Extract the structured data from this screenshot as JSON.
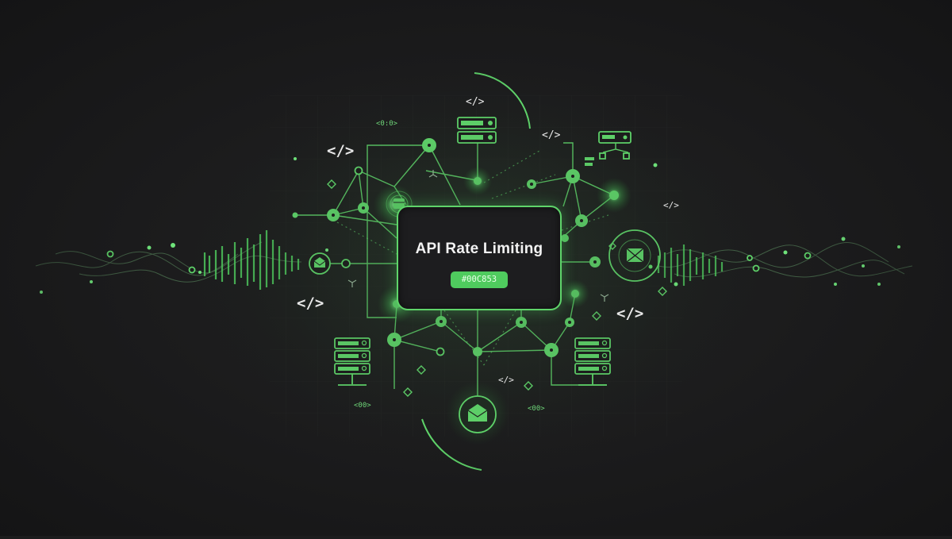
{
  "card": {
    "title": "API Rate Limiting",
    "badge": "#00C853"
  },
  "colors": {
    "background": "#1c1c1d",
    "accent": "#5fd46a",
    "accent_bright": "#7dff8a",
    "badge_fill": "#4fcb5e",
    "text": "#f2f2f2"
  },
  "code_tags": [
    {
      "id": "tag-top-center",
      "text": "</>"
    },
    {
      "id": "tag-top-left-small",
      "text": "<0:0>"
    },
    {
      "id": "tag-left-upper",
      "text": "</>"
    },
    {
      "id": "tag-left-lower",
      "text": "</>"
    },
    {
      "id": "tag-top-right",
      "text": "</>"
    },
    {
      "id": "tag-right-small",
      "text": "</>"
    },
    {
      "id": "tag-right-lower",
      "text": "</>"
    },
    {
      "id": "tag-bottom-center",
      "text": "</>"
    },
    {
      "id": "tag-bottom-left",
      "text": "<00>"
    },
    {
      "id": "tag-bottom-right",
      "text": "<00>"
    }
  ],
  "icons": {
    "servers": [
      "server-stack-top",
      "server-stack-left",
      "server-stack-right",
      "server-hierarchy-top-right"
    ],
    "envelopes": [
      "envelope-left",
      "envelope-right",
      "envelope-bottom"
    ],
    "cube": "cube-top-left"
  }
}
